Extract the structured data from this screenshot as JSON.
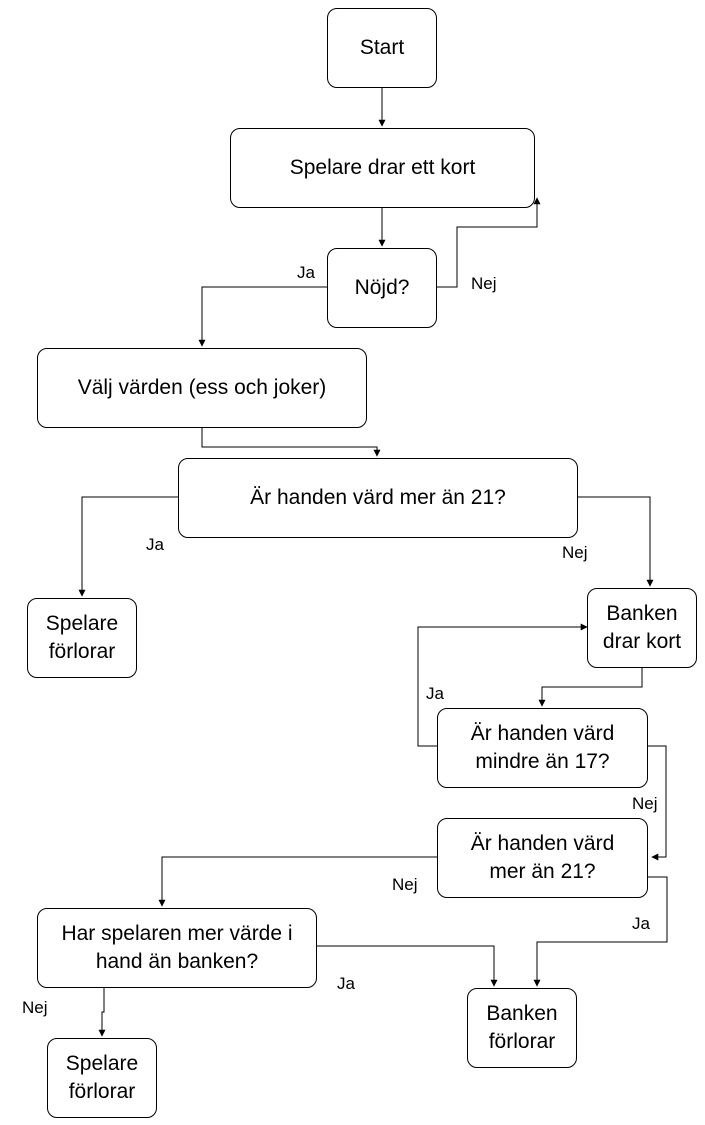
{
  "nodes": {
    "start": "Start",
    "draw_card": "Spelare drar ett kort",
    "satisfied": "Nöjd?",
    "choose_values": "Välj värden (ess och joker)",
    "over_21_player": "Är handen värd mer än 21?",
    "player_loses_1": "Spelare\nförlorar",
    "bank_draws": "Banken\ndrar kort",
    "under_17": "Är handen värd\nmindre än 17?",
    "over_21_bank": "Är handen värd\nmer än 21?",
    "player_more": "Har spelaren mer värde i\nhand än banken?",
    "player_loses_2": "Spelare\nförlorar",
    "bank_loses": "Banken\nförlorar"
  },
  "edge_labels": {
    "satisfied_yes": "Ja",
    "satisfied_no": "Nej",
    "over21p_yes": "Ja",
    "over21p_no": "Nej",
    "under17_yes": "Ja",
    "under17_no": "Nej",
    "over21b_no": "Nej",
    "over21b_yes": "Ja",
    "more_yes": "Ja",
    "more_no": "Nej"
  },
  "colors": {
    "stroke": "#000000",
    "fill": "#ffffff"
  }
}
